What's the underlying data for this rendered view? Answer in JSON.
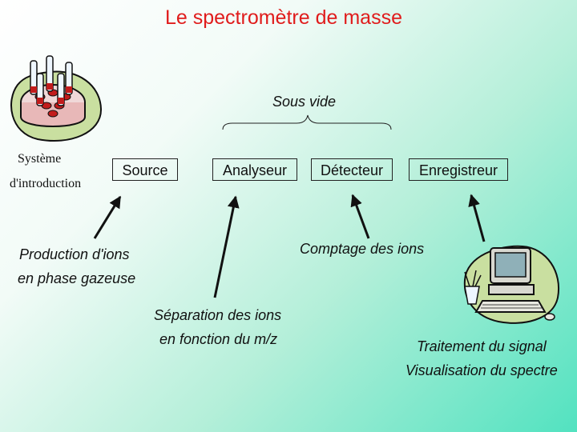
{
  "title": "Le spectromètre de masse",
  "vacuum_label": "Sous vide",
  "intro": {
    "line1": "Système",
    "line2": "d'introduction"
  },
  "boxes": {
    "source": "Source",
    "analyzer": "Analyseur",
    "detector": "Détecteur",
    "recorder": "Enregistreur"
  },
  "annotations": {
    "production": {
      "line1": "Production d'ions",
      "line2": "en phase gazeuse"
    },
    "separation": {
      "line1": "Séparation des ions",
      "line2": "en fonction du m/z"
    },
    "counting": "Comptage des ions",
    "processing": {
      "line1": "Traitement du signal",
      "line2": "Visualisation du spectre"
    }
  },
  "colors": {
    "title": "#e01c1c",
    "background_start": "#ffffff",
    "background_end": "#52e2c0",
    "clipart_blob": "#c9dfa0"
  },
  "icons": [
    "sample-tray-icon",
    "computer-icon"
  ]
}
